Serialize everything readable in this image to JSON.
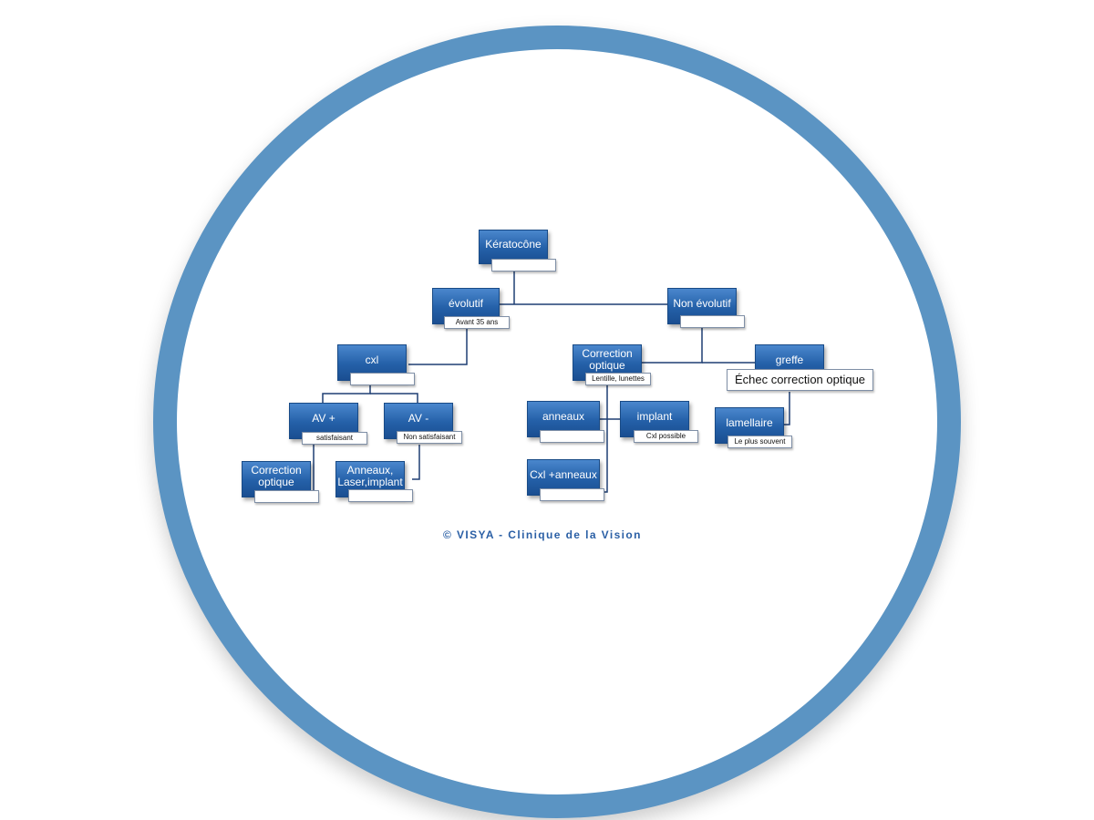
{
  "diagram": {
    "nodes": {
      "keratocone": {
        "label": "Kératocône",
        "tag": ""
      },
      "evolutif": {
        "label": "évolutif",
        "tag": "Avant 35 ans"
      },
      "non_evolutif": {
        "label": "Non évolutif",
        "tag": ""
      },
      "cxl": {
        "label": "cxl",
        "tag": ""
      },
      "av_plus": {
        "label": "AV +",
        "tag": "satisfaisant"
      },
      "av_minus": {
        "label": "AV -",
        "tag": "Non satisfaisant"
      },
      "correction_optique_left": {
        "label": "Correction\noptique",
        "tag": ""
      },
      "anneaux_laser_implant": {
        "label": "Anneaux,\nLaser,implant",
        "tag": ""
      },
      "correction_optique_right": {
        "label": "Correction\noptique",
        "tag": "Lentille, lunettes"
      },
      "greffe": {
        "label": "greffe",
        "tag": "Échec correction optique"
      },
      "anneaux": {
        "label": "anneaux",
        "tag": ""
      },
      "implant": {
        "label": "implant",
        "tag": "Cxl possible"
      },
      "cxl_anneaux": {
        "label": "Cxl +anneaux",
        "tag": ""
      },
      "lamellaire": {
        "label": "lamellaire",
        "tag": "Le plus souvent"
      }
    }
  },
  "credit": "© VISYA - Clinique de la Vision",
  "colors": {
    "ring": "#5b94c3",
    "node_fill": "#2a66b0",
    "connector": "#1f3f73",
    "credit_text": "#2a5fa5"
  }
}
